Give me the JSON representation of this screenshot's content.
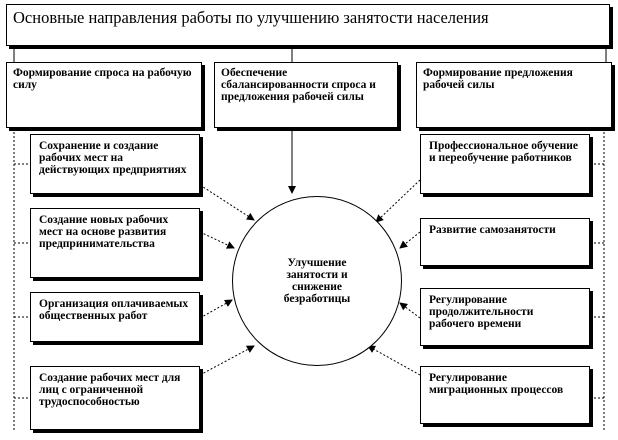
{
  "title": "Основные направления работы по улучшению  занятости населения",
  "categories": [
    "Формирование спроса на рабочую силу",
    "Обеспечение сбалансированности спроса и предложения рабочей силы",
    "Формирование предложения рабочей силы"
  ],
  "left_items": [
    "Сохранение и создание рабочих мест на действующих предприятиях",
    "Создание новых рабочих мест на основе развития предпринимательства",
    "Организация оплачиваемых общественных работ",
    "Создание рабочих мест для лиц с ограниченной трудоспособностью"
  ],
  "right_items": [
    "Профессиональное обучение и переобучение работников",
    "Развитие самозанятости",
    "Регулирование продолжительности рабочего времени",
    "Регулирование миграционных процессов"
  ],
  "center": "Улучшение занятости и снижение безработицы"
}
